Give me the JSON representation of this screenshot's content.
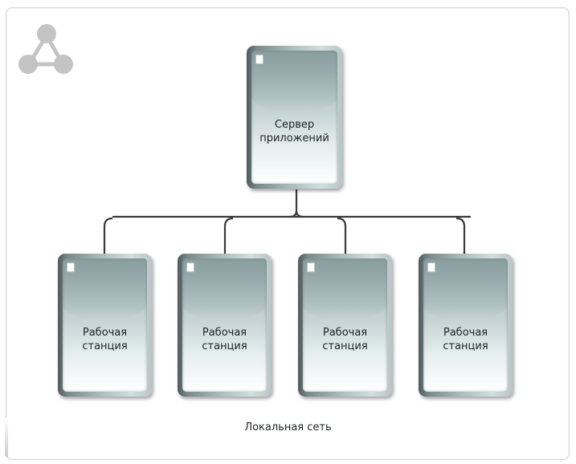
{
  "diagram": {
    "server": {
      "line1": "Сервер",
      "line2": "приложений"
    },
    "workstations": [
      {
        "line1": "Рабочая",
        "line2": "станция"
      },
      {
        "line1": "Рабочая",
        "line2": "станция"
      },
      {
        "line1": "Рабочая",
        "line2": "станция"
      },
      {
        "line1": "Рабочая",
        "line2": "станция"
      }
    ],
    "network_label": "Локальная сеть"
  },
  "colors": {
    "connector": "#3a3a3a",
    "node_dark": "#4f5a5d",
    "node_light": "#d3dede",
    "icon_gray": "#c4c4c4"
  },
  "icons": [
    "network-topology-icon",
    "document-icon"
  ]
}
